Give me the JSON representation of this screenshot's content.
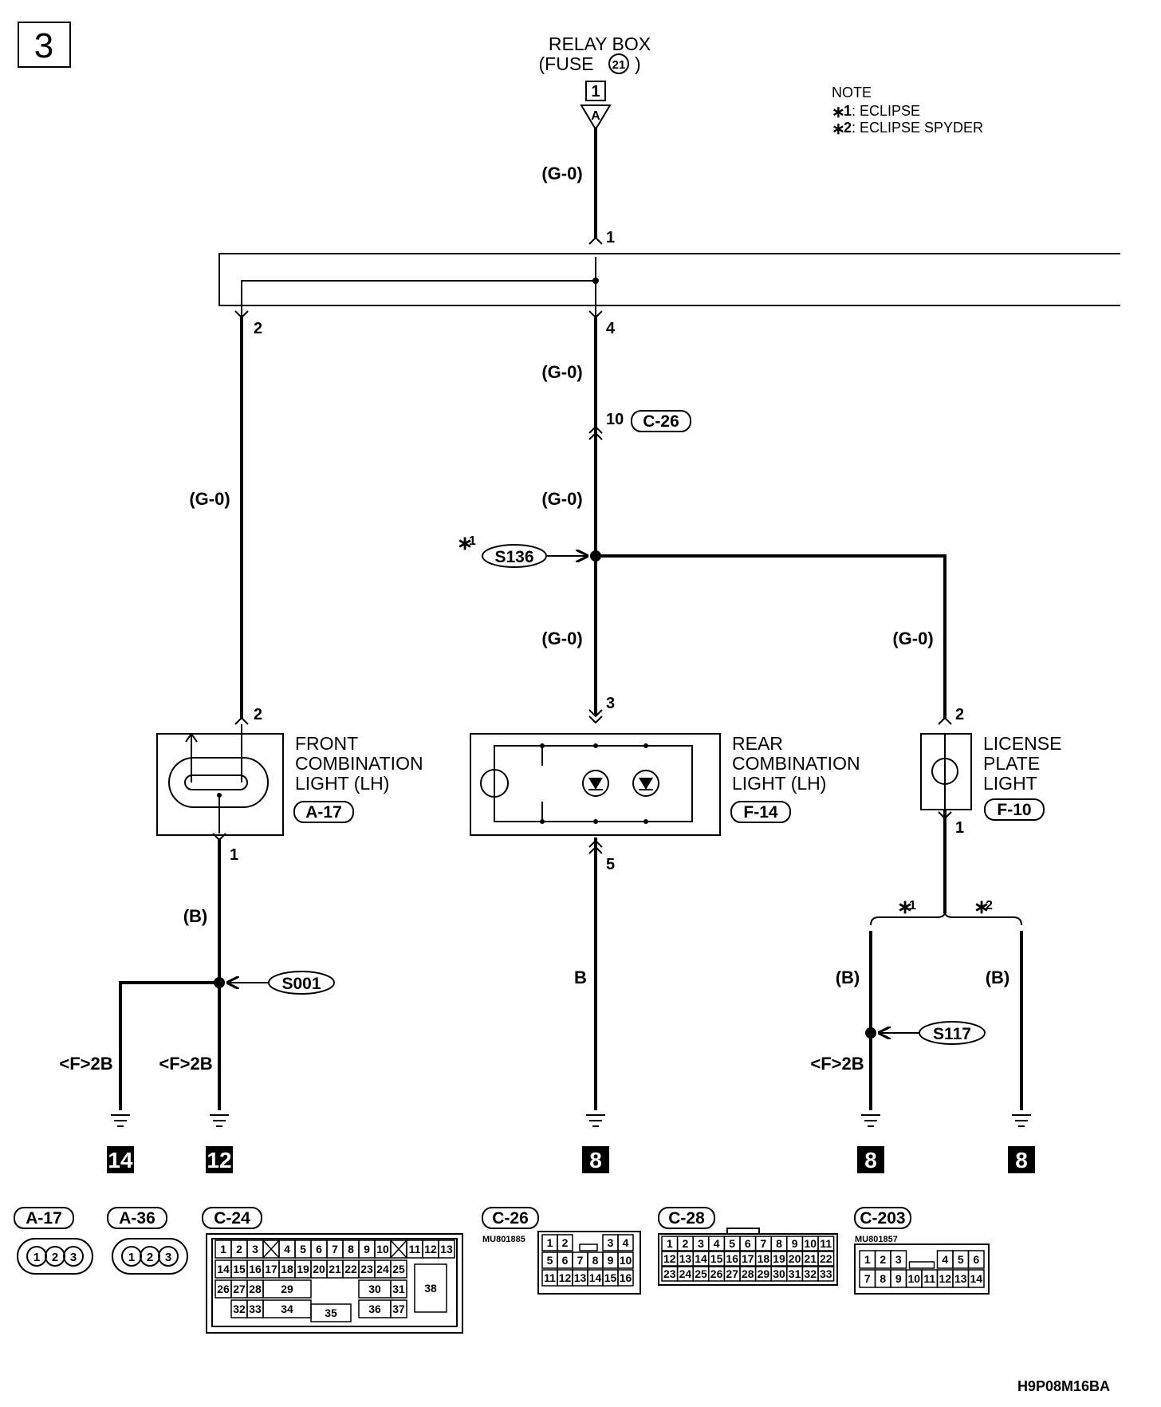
{
  "page": {
    "section": "3",
    "footer_code": "H9P08M16BA"
  },
  "source": {
    "name_line1": "RELAY BOX",
    "name_line2": "(FUSE",
    "fuse_no": "21",
    "terminal_box": "1",
    "connector": "A"
  },
  "note": {
    "title": "NOTE",
    "l1_mark": "∗",
    "l1_num": "1",
    "l1_text": ": ECLIPSE",
    "l2_mark": "∗",
    "l2_num": "2",
    "l2_text": ": ECLIPSE SPYDER"
  },
  "wires": {
    "g0": "(G-0)",
    "b_paren": "(B)",
    "b_plain": "B",
    "f2b": "<F>2B"
  },
  "terminals": {
    "t1": "1",
    "t2": "2",
    "t3": "3",
    "t4": "4",
    "t5": "5",
    "t10": "10"
  },
  "splices": {
    "s136": "S136",
    "s001": "S001",
    "s117": "S117",
    "mark": "∗",
    "mark1": "1",
    "mark2": "2"
  },
  "components": {
    "front": {
      "l1": "FRONT",
      "l2": "COMBINATION",
      "l3": "LIGHT (LH)",
      "code": "A-17"
    },
    "rear": {
      "l1": "REAR",
      "l2": "COMBINATION",
      "l3": "LIGHT (LH)",
      "code": "F-14"
    },
    "license": {
      "l1": "LICENSE",
      "l2": "PLATE",
      "l3": "LIGHT",
      "code": "F-10"
    },
    "intermediate_connector": "C-26"
  },
  "grounds": {
    "g14": "14",
    "g12": "12",
    "g8": "8"
  },
  "connector_views": {
    "a17": {
      "code": "A-17",
      "pins": [
        "1",
        "2",
        "3"
      ]
    },
    "a36": {
      "code": "A-36",
      "pins": [
        "1",
        "2",
        "3"
      ]
    },
    "c24": {
      "code": "C-24",
      "row1": [
        "1",
        "2",
        "3",
        "4",
        "5",
        "6",
        "7",
        "8",
        "9",
        "10",
        "11",
        "12",
        "13"
      ],
      "row2": [
        "14",
        "15",
        "16",
        "17",
        "18",
        "19",
        "20",
        "21",
        "22",
        "23",
        "24",
        "25"
      ],
      "row3": [
        "26",
        "27",
        "28",
        "29",
        "30",
        "31",
        "38"
      ],
      "row4": [
        "32",
        "33",
        "34",
        "35",
        "36",
        "37"
      ]
    },
    "c26": {
      "code": "C-26",
      "part": "MU801885",
      "row1": [
        "1",
        "2",
        "3",
        "4"
      ],
      "row2": [
        "5",
        "6",
        "7",
        "8",
        "9",
        "10"
      ],
      "row3": [
        "11",
        "12",
        "13",
        "14",
        "15",
        "16"
      ]
    },
    "c28": {
      "code": "C-28",
      "row1": [
        "1",
        "2",
        "3",
        "4",
        "5",
        "6",
        "7",
        "8",
        "9",
        "10",
        "11"
      ],
      "row2": [
        "12",
        "13",
        "14",
        "15",
        "16",
        "17",
        "18",
        "19",
        "20",
        "21",
        "22"
      ],
      "row3": [
        "23",
        "24",
        "25",
        "26",
        "27",
        "28",
        "29",
        "30",
        "31",
        "32",
        "33"
      ]
    },
    "c203": {
      "code": "C-203",
      "part": "MU801857",
      "row1": [
        "1",
        "2",
        "3",
        "4",
        "5",
        "6"
      ],
      "row2": [
        "7",
        "8",
        "9",
        "10",
        "11",
        "12",
        "13",
        "14"
      ]
    }
  }
}
